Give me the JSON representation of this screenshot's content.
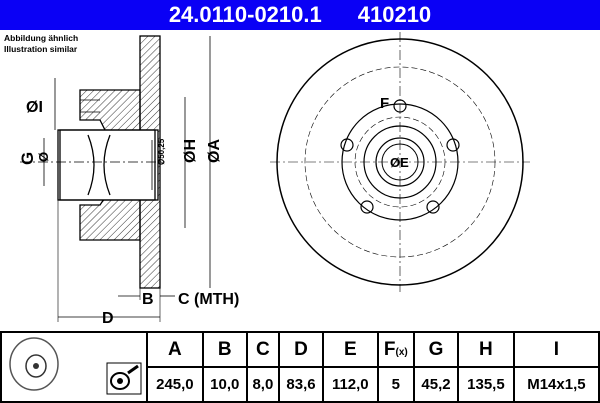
{
  "header": {
    "part_number": "24.0110-0210.1",
    "ref_number": "410210",
    "bg_color": "#0a00f5"
  },
  "note": {
    "line1": "Abbildung ähnlich",
    "line2": "Illustration similar"
  },
  "drawing": {
    "labels": {
      "I": "ØI",
      "G": "G",
      "G_dia": "Ø",
      "d50": "Ø50,25",
      "H": "ØH",
      "A": "ØA",
      "B": "B",
      "C": "C (MTH)",
      "D": "D",
      "F": "F",
      "E": "ØE"
    }
  },
  "table": {
    "headers": [
      "A",
      "B",
      "C",
      "D",
      "E",
      "F",
      "G",
      "H",
      "I"
    ],
    "f_suffix": "(x)",
    "values": [
      "245,0",
      "10,0",
      "8,0",
      "83,6",
      "112,0",
      "5",
      "45,2",
      "135,5",
      "M14x1,5"
    ],
    "icons": [
      "brake-disc-icon",
      "coating-spray-icon"
    ]
  }
}
